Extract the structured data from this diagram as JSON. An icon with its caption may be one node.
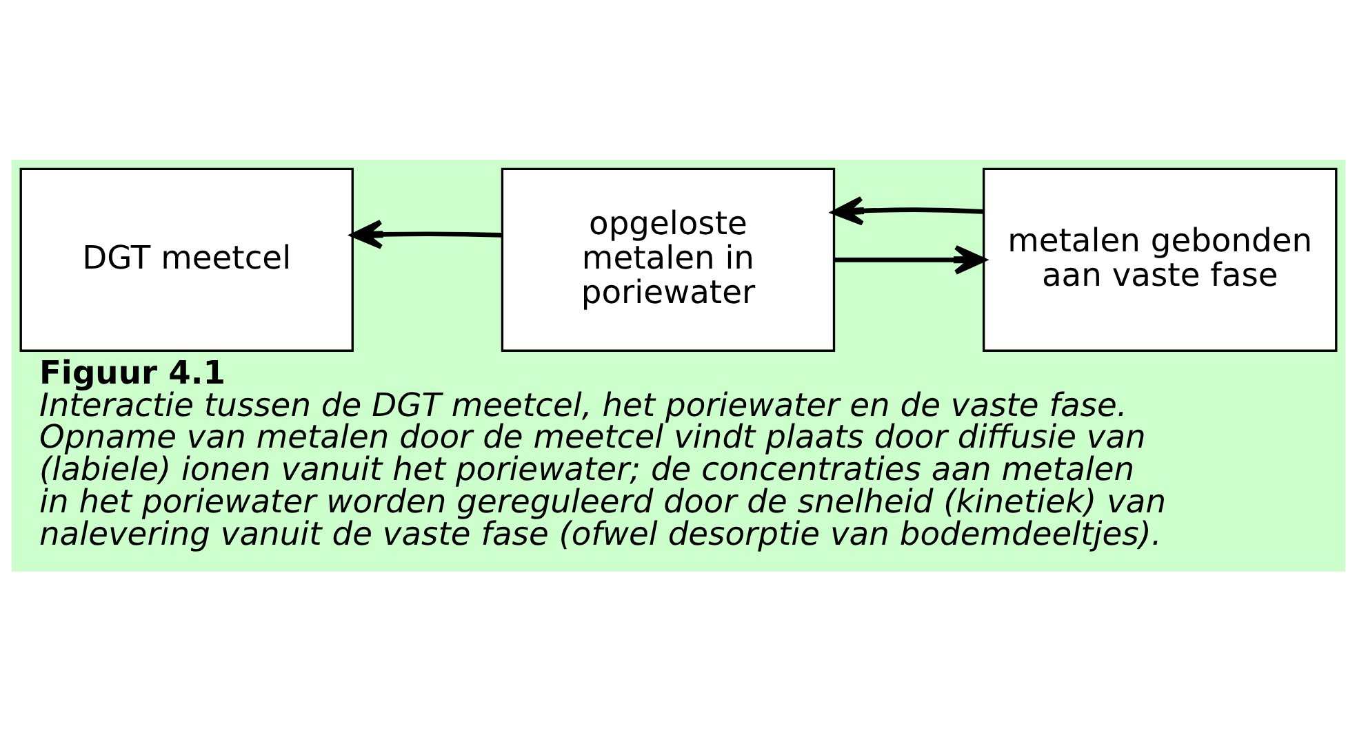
{
  "diagram": {
    "title": "Figuur 4.1",
    "caption": "Interactie tussen de DGT meetcel, het poriewater en de vaste fase. Opname van metalen door de meetcel vindt plaats door diffusie van (labiele) ionen vanuit het poriewater; de concentraties aan metalen in het poriewater worden gereguleerd door de snelheid (kinetiek) van nalevering vanuit de vaste fase (ofwel desorptie van bodemdeeltjes).",
    "nodes": [
      {
        "text": [
          "DGT meetcel"
        ]
      },
      {
        "text": [
          "opgeloste metalen in poriewater"
        ]
      },
      {
        "text": [
          "metalen gebonden aan vaste fase"
        ]
      }
    ],
    "edges": [
      {
        "from": 1,
        "to": 0,
        "arrow": "to"
      },
      {
        "from": 1,
        "to": 2,
        "arrow": "to"
      },
      {
        "from": 2,
        "to": 1,
        "arrow": "to"
      }
    ]
  }
}
